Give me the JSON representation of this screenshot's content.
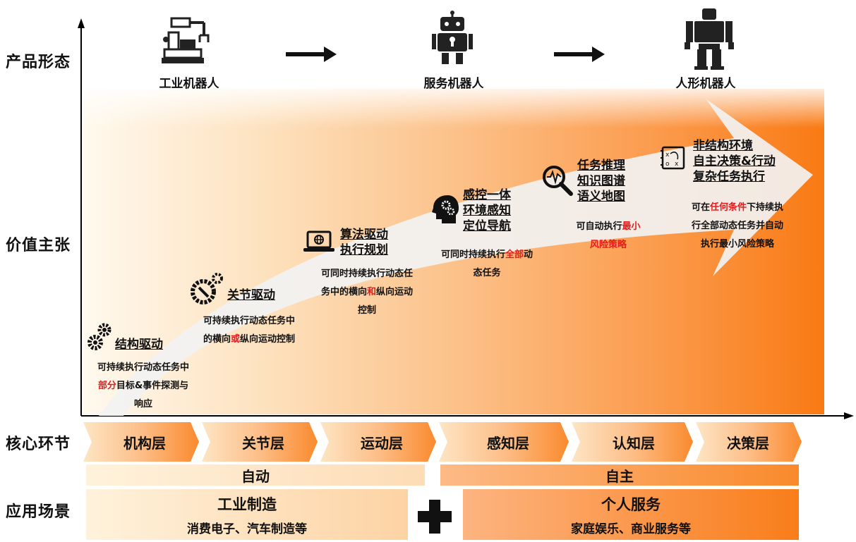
{
  "rows": {
    "product_form": "产品形态",
    "value_proposition": "价值主张",
    "core_link": "核心环节",
    "application": "应用场景"
  },
  "robots": [
    {
      "label": "工业机器人",
      "icon": "industrial-robot-arm-icon"
    },
    {
      "label": "服务机器人",
      "icon": "service-robot-icon"
    },
    {
      "label": "人形机器人",
      "icon": "humanoid-robot-icon"
    }
  ],
  "stages": [
    {
      "title": "结构驱动",
      "icon": "gears-icon",
      "desc_lines": [
        "可持续执行动态任务中",
        "",
        "响应"
      ],
      "desc_line2_red": "部分",
      "desc_line2_rest": "目标&事件探测与"
    },
    {
      "title": "关节驱动",
      "icon": "wrench-gear-icon",
      "desc_line1": "可持续执行动态任务中",
      "desc_line2_a": "的横向",
      "desc_line2_red": "或",
      "desc_line2_b": "纵向运动控制"
    },
    {
      "title_line1": "算法驱动",
      "title_line2": "执行规划",
      "icon": "laptop-globe-icon",
      "desc_line1": "可同时持续执行动态任",
      "desc_line2_a": "务中的横向",
      "desc_line2_red": "和",
      "desc_line2_b": "纵向运动",
      "desc_line3": "控制"
    },
    {
      "title_line1": "感控一体",
      "title_line2": "环境感知",
      "title_line3": "定位导航",
      "icon": "head-gears-icon",
      "desc_line1_a": "可同时持续执行",
      "desc_line1_red": "全部",
      "desc_line1_b": "动",
      "desc_line2": "态任务"
    },
    {
      "title_line1": "任务推理",
      "title_line2": "知识图谱",
      "title_line3": "语义地图",
      "icon": "magnifier-pulse-icon",
      "desc_line1_a": "可自动执行",
      "desc_line1_red": "最小",
      "desc_line2_red": "风险策略"
    },
    {
      "title_line1": "非结构环境",
      "title_line2": "自主决策&行动",
      "title_line3": "复杂任务执行",
      "icon": "strategy-board-icon",
      "desc_line1_a": "可在",
      "desc_line1_red": "任何条件",
      "desc_line1_b": "下持续执",
      "desc_line2": "行全部动态任务并自动",
      "desc_line3": "执行最小风险策略"
    }
  ],
  "layers": [
    "机构层",
    "关节层",
    "运动层",
    "感知层",
    "认知层",
    "决策层"
  ],
  "modes": {
    "left": "自动",
    "right": "自主"
  },
  "scenarios": {
    "left_title": "工业制造",
    "left_sub": "消费电子、汽车制造等",
    "plus_icon": "plus-icon",
    "right_title": "个人服务",
    "right_sub": "家庭娱乐、商业服务等"
  },
  "colors": {
    "accent_orange": "#f97a14",
    "highlight_red": "#e51b1b",
    "arrow_white": "#f2f2f2"
  }
}
